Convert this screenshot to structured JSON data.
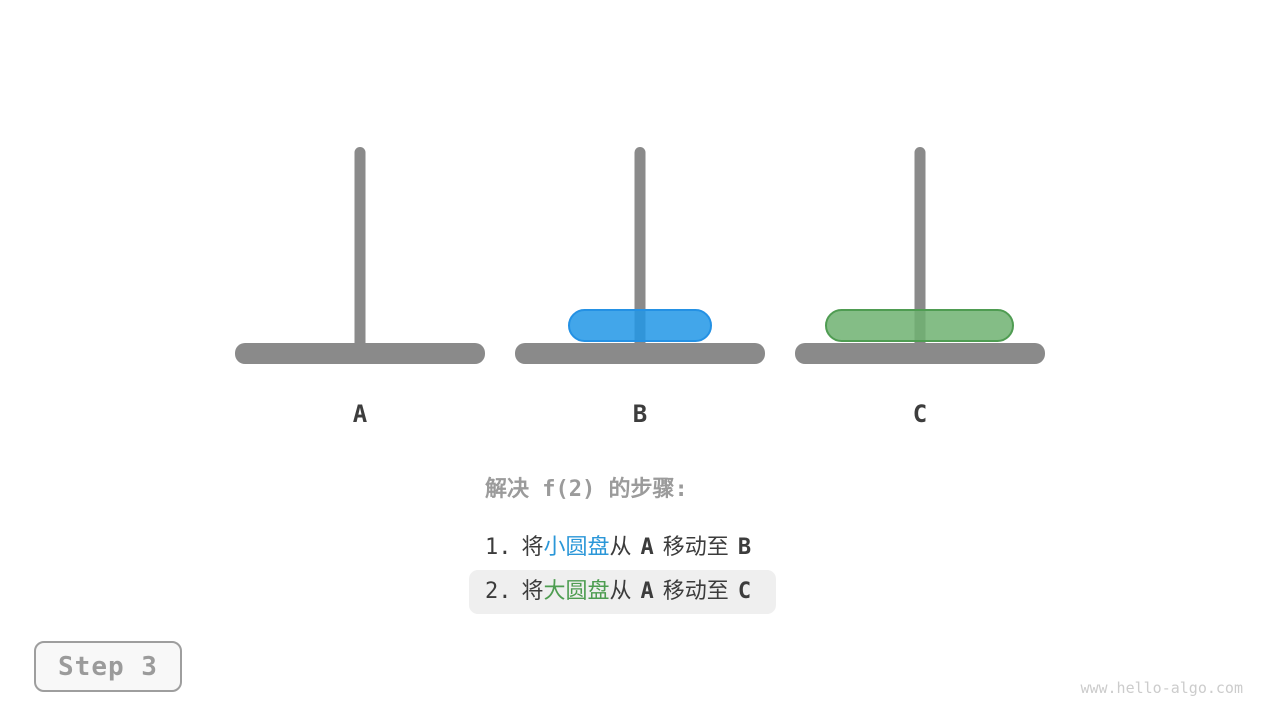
{
  "figure": {
    "pegs": [
      {
        "label": "A"
      },
      {
        "label": "B"
      },
      {
        "label": "C"
      }
    ],
    "disks": [
      {
        "name": "small-disk",
        "label": "小圆盘",
        "on_peg": "B",
        "fill": "#42a6ea",
        "border": "#2491e4"
      },
      {
        "name": "large-disk",
        "label": "大圆盘",
        "on_peg": "C",
        "fill": "#84be86",
        "border": "#4f9c52"
      }
    ]
  },
  "instructions": {
    "title": "解决 f(2) 的步骤:",
    "steps": [
      {
        "num": "1.",
        "action": "将",
        "disk": "小圆盘",
        "conn": "从",
        "from": "A",
        "verb": "移动至",
        "to": "B",
        "highlighted": false
      },
      {
        "num": "2.",
        "action": "将",
        "disk": "大圆盘",
        "conn": "从",
        "from": "A",
        "verb": "移动至",
        "to": "C",
        "highlighted": true
      }
    ]
  },
  "step_badge": {
    "label": "Step 3"
  },
  "watermark": "www.hello-algo.com",
  "colors": {
    "structure_gray": "#8a8a8a",
    "label_dark": "#3d3d3d",
    "step_text_dark": "#3c3c3c",
    "muted_gray": "#9b9b9b",
    "highlight_bg": "#efefef",
    "blue_text": "#2b97d8",
    "green_text": "#4e9d51",
    "blue_disk_fill": "#42a6ea",
    "blue_disk_border": "#2491e4",
    "green_disk_fill": "#84be86",
    "green_disk_border": "#4f9c52",
    "watermark_gray": "#cccccc"
  }
}
